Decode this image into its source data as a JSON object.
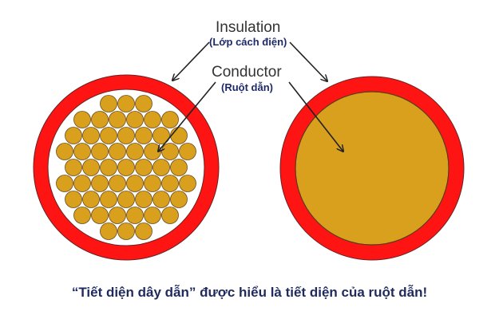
{
  "labels": {
    "insulation": {
      "title": "Insulation",
      "subtitle": "(Lớp cách điện)"
    },
    "conductor": {
      "title": "Conductor",
      "subtitle": "(Ruột dẫn)"
    }
  },
  "figures": [
    {
      "name": "stranded-wire",
      "description": "Stranded conductor cross-section with red insulation ring"
    },
    {
      "name": "solid-wire",
      "description": "Solid conductor cross-section with red insulation ring"
    }
  ],
  "caption": "“Tiết diện dây dẫn” được hiểu là tiết diện của ruột dẫn!",
  "colors": {
    "insulation": "#ff1414",
    "conductor": "#d8a020",
    "outline": "#5a3a1a",
    "text_en": "#333333",
    "text_vi": "#1f2a6b"
  }
}
